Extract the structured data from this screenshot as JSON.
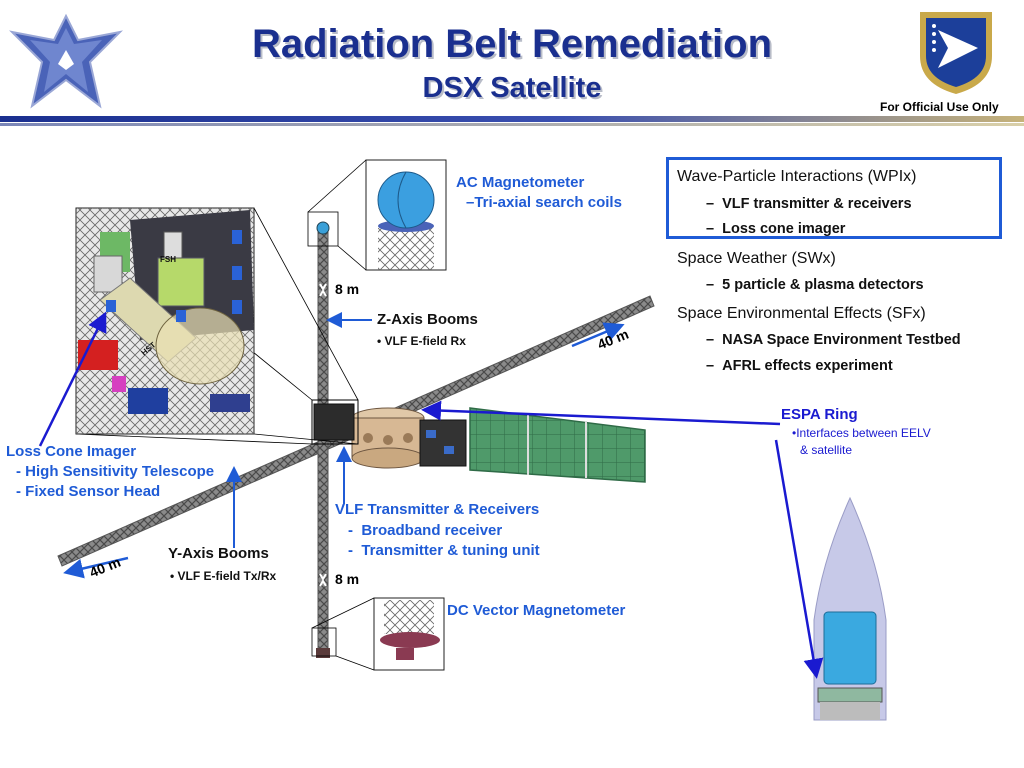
{
  "header": {
    "title": "Radiation Belt Remediation",
    "subtitle": "DSX Satellite",
    "marking": "For Official Use Only"
  },
  "objectives": [
    {
      "label": "Wave-Particle Interactions (WPIx)",
      "items": [
        "VLF transmitter & receivers",
        "Loss cone imager"
      ]
    },
    {
      "label": "Space Weather (SWx)",
      "items": [
        "5 particle & plasma detectors"
      ]
    },
    {
      "label": "Space Environmental Effects (SFx)",
      "items": [
        "NASA Space Environment Testbed",
        "AFRL effects experiment"
      ]
    }
  ],
  "callouts": {
    "ac_mag": {
      "title": "AC Magnetometer",
      "detail": "Tri-axial search coils"
    },
    "z_booms": {
      "title": "Z-Axis Booms",
      "detail": "VLF E-field Rx"
    },
    "espa": {
      "title": "ESPA Ring",
      "detail_line1": "Interfaces between EELV",
      "detail_line2": "& satellite"
    },
    "loss_cone": {
      "title": "Loss Cone Imager",
      "line1": "- High Sensitivity Telescope",
      "line2": "- Fixed Sensor Head"
    },
    "vlf": {
      "title": "VLF Transmitter & Receivers",
      "line1": "Broadband receiver",
      "line2": "Transmitter & tuning unit"
    },
    "y_booms": {
      "title": "Y-Axis Booms",
      "detail": "VLF E-field Tx/Rx"
    },
    "dc_mag": {
      "title": "DC Vector Magnetometer"
    }
  },
  "dimensions": {
    "z_top": "8 m",
    "z_bottom": "8 m",
    "y_right": "40 m",
    "y_left": "40 m"
  },
  "inset_labels": {
    "fsh": "FSH",
    "hst": "HST"
  },
  "colors": {
    "title": "#1a2f8f",
    "accent": "#1f5bd6",
    "arrow": "#1a1ad0"
  }
}
